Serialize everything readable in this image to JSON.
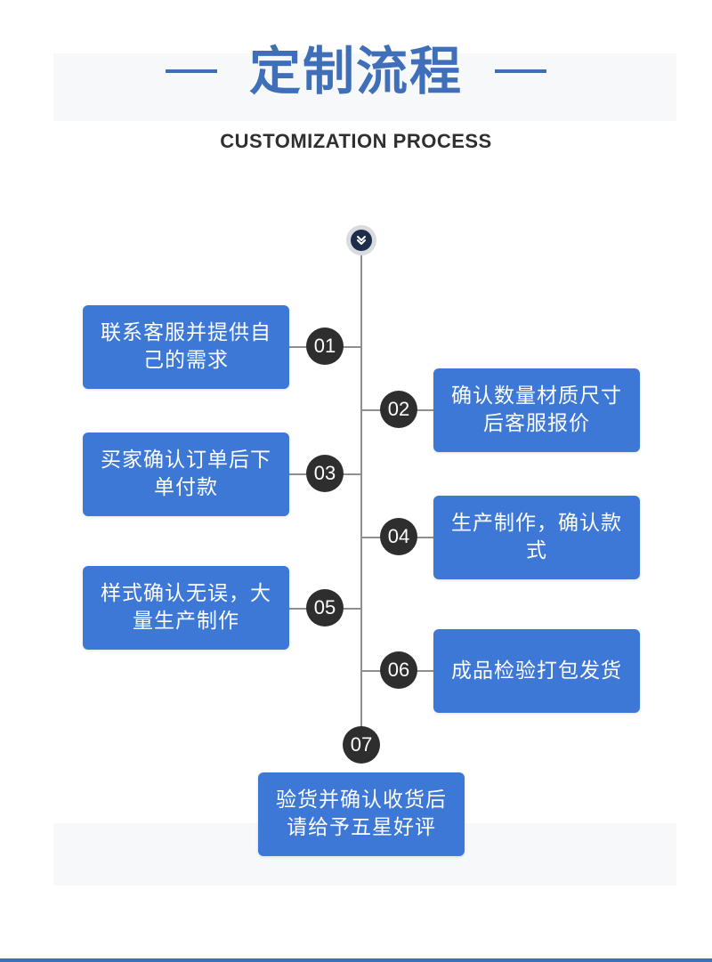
{
  "header": {
    "title": "定制流程",
    "subtitle": "CUSTOMIZATION PROCESS"
  },
  "icons": {
    "top": "chevron-double-down-icon"
  },
  "colors": {
    "accent": "#3f6fb8",
    "step_box": "#3e78d7",
    "badge": "#2e2e2e",
    "timeline": "#8f8f8f"
  },
  "steps": [
    {
      "number": "01",
      "text": "联系客服并提供自己的需求"
    },
    {
      "number": "02",
      "text": "确认数量材质尺寸后客服报价"
    },
    {
      "number": "03",
      "text": "买家确认订单后下单付款"
    },
    {
      "number": "04",
      "text": "生产制作，确认款式"
    },
    {
      "number": "05",
      "text": "样式确认无误，大量生产制作"
    },
    {
      "number": "06",
      "text": "成品检验打包发货"
    },
    {
      "number": "07",
      "text": "验货并确认收货后请给予五星好评"
    }
  ]
}
